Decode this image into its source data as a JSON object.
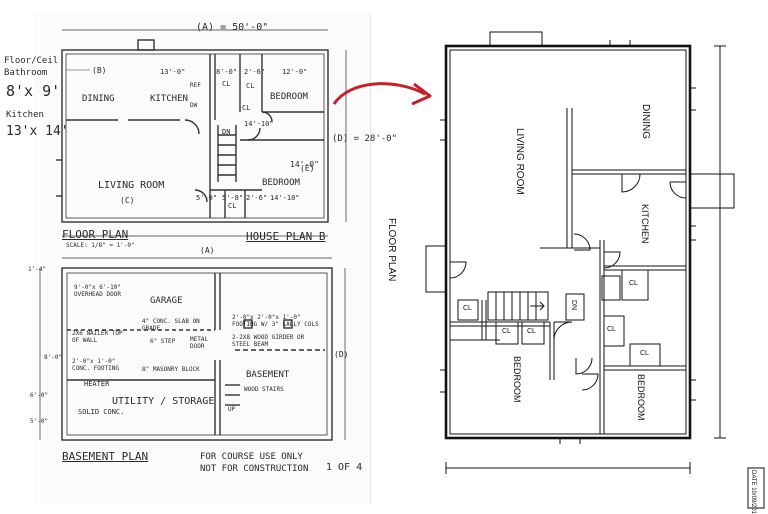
{
  "sketch": {
    "notes_left": [
      "Floor/Ceil",
      "Bathroom",
      "8'x 9'",
      "Kitchen",
      "13'x 14'"
    ],
    "top_dim": "(A) = 50'-0\"",
    "right_dim": "(D) = 28'-0\"",
    "rooms": {
      "dining": "DINING",
      "kitchen": "KITCHEN",
      "bedroom1": "BEDROOM",
      "living": "LIVING ROOM",
      "bedroom2": "BEDROOM",
      "cl1": "CL",
      "cl2": "CL",
      "cl3": "CL",
      "cl4": "CL",
      "dn": "DN",
      "ref": "REF",
      "dw": "DW"
    },
    "dims": {
      "d1": "13'-0\"",
      "d2": "8'-0\"",
      "d3": "2'-6\"",
      "d4": "12'-0\"",
      "d5": "14'-0\"",
      "d6": "14'-10\"",
      "d7": "5'-0\"",
      "d8": "5'-8\"",
      "d9": "2'-6\"",
      "d10": "14'-10\""
    },
    "marks": {
      "b": "(B)",
      "c": "(C)",
      "e": "(E)",
      "a": "(A)",
      "d": "(D)"
    },
    "floor_plan_title": "FLOOR PLAN",
    "floor_plan_scale": "SCALE: 1/8\" = 1'-0\"",
    "house_plan": "HOUSE PLAN B",
    "basement": {
      "garage": "GARAGE",
      "door": "9'-0\"x 6'-10\" OVERHEAD DOOR",
      "slab": "4\" CONC. SLAB ON GRADE",
      "step": "6\" STEP",
      "metal_door": "METAL DOOR",
      "nailer": "2X6 NAILER TOP OF WALL",
      "footing": "2'-0\"x 1'-0\" CONC. FOOTING",
      "masonry": "8\" MASONRY BLOCK",
      "footing2": "2'-0\"x 2'-0\"x 1'-0\" FOOTING W/ 3\" LALLY COLS",
      "girder": "2-2X8 WOOD GIRDER OR STEEL BEAM",
      "heater": "HEATER",
      "solid": "SOLID CONC.",
      "utility": "UTILITY / STORAGE",
      "basement_room": "BASEMENT",
      "stairs": "WOOD STAIRS",
      "up": "UP",
      "dims_left": [
        "1'-4\"",
        "8'-0\"",
        "5'-0\"",
        "6'-0\""
      ]
    },
    "basement_title": "BASEMENT PLAN",
    "course_note_1": "FOR COURSE USE ONLY",
    "course_note_2": "NOT FOR CONSTRUCTION",
    "sheet": "1 OF 4"
  },
  "arrow_color": "#c8202a",
  "cad": {
    "title": "FLOOR PLAN",
    "dining": "DINING",
    "living": "LIVING ROOM",
    "kitchen": "KITCHEN",
    "bedroom_left": "BEDROOM",
    "bedroom_right": "BEDROOM",
    "cl_labels": [
      "CL",
      "CL",
      "CL",
      "CL",
      "CL",
      "CL"
    ],
    "dn": "DN",
    "date_box": "DATE 10/09/201"
  }
}
